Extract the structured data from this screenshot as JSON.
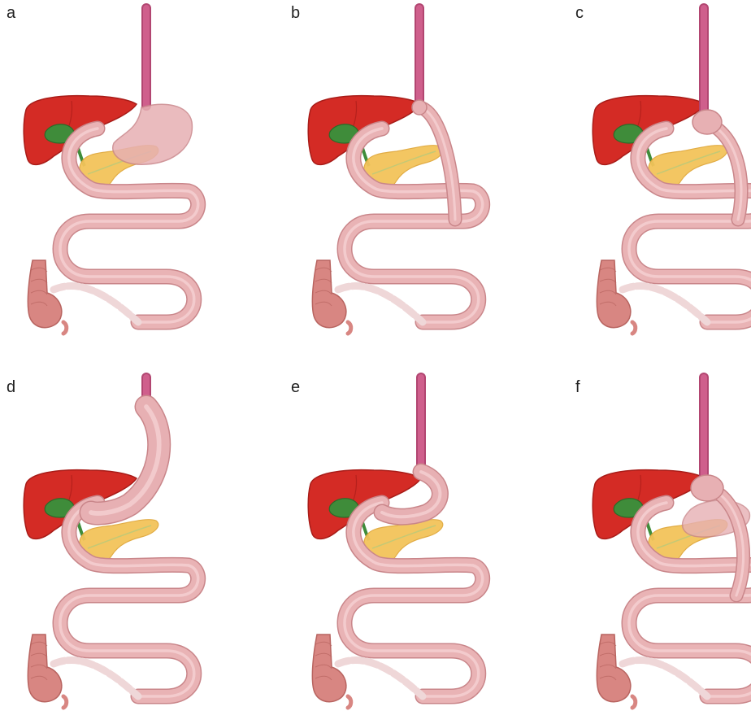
{
  "figure": {
    "panels": [
      {
        "label": "a",
        "variant": "normal-stomach"
      },
      {
        "label": "b",
        "variant": "gastric-bypass-pouch-roux-limb"
      },
      {
        "label": "c",
        "variant": "one-anastomosis-pouch-loop"
      },
      {
        "label": "d",
        "variant": "sleeve-gastrectomy"
      },
      {
        "label": "e",
        "variant": "sleeve-with-duodenal-anastomosis"
      },
      {
        "label": "f",
        "variant": "pouch-loop-with-stomach"
      }
    ]
  },
  "colors": {
    "liver": "#d42b25",
    "liver_dark": "#a81c18",
    "gallbladder": "#3f8c3a",
    "pancreas": "#f3c35a",
    "pancreas_dark": "#e0a83c",
    "esophagus": "#cf5f8c",
    "esophagus_dark": "#b24671",
    "intestine": "#e9b3b5",
    "intestine_dark": "#c9868a",
    "stomach": "#e7b0b3",
    "colon": "#d88682",
    "colon_dark": "#b86460",
    "label": "#222222"
  }
}
